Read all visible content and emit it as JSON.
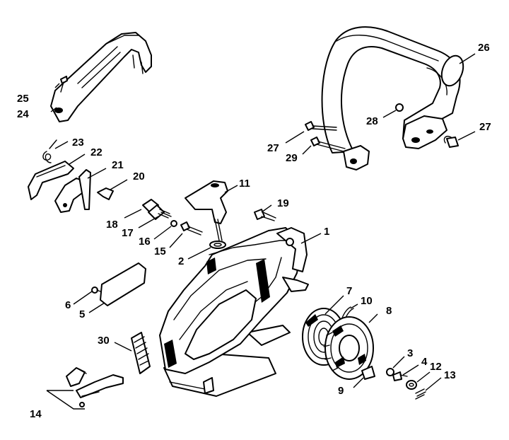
{
  "colors": {
    "line": "#000000",
    "background": "#ffffff"
  },
  "callouts": [
    {
      "id": "c1",
      "label": "1"
    },
    {
      "id": "c2",
      "label": "2"
    },
    {
      "id": "c3",
      "label": "3"
    },
    {
      "id": "c4",
      "label": "4"
    },
    {
      "id": "c5",
      "label": "5"
    },
    {
      "id": "c6",
      "label": "6"
    },
    {
      "id": "c7",
      "label": "7"
    },
    {
      "id": "c8",
      "label": "8"
    },
    {
      "id": "c9",
      "label": "9"
    },
    {
      "id": "c10",
      "label": "10"
    },
    {
      "id": "c11",
      "label": "11"
    },
    {
      "id": "c12",
      "label": "12"
    },
    {
      "id": "c13",
      "label": "13"
    },
    {
      "id": "c14",
      "label": "14"
    },
    {
      "id": "c15",
      "label": "15"
    },
    {
      "id": "c16",
      "label": "16"
    },
    {
      "id": "c17",
      "label": "17"
    },
    {
      "id": "c18",
      "label": "18"
    },
    {
      "id": "c19",
      "label": "19"
    },
    {
      "id": "c20",
      "label": "20"
    },
    {
      "id": "c21",
      "label": "21"
    },
    {
      "id": "c22",
      "label": "22"
    },
    {
      "id": "c23",
      "label": "23"
    },
    {
      "id": "c24",
      "label": "24"
    },
    {
      "id": "c25",
      "label": "25"
    },
    {
      "id": "c26",
      "label": "26"
    },
    {
      "id": "c27a",
      "label": "27"
    },
    {
      "id": "c27b",
      "label": "27"
    },
    {
      "id": "c28",
      "label": "28"
    },
    {
      "id": "c29",
      "label": "29"
    },
    {
      "id": "c30",
      "label": "30"
    }
  ]
}
